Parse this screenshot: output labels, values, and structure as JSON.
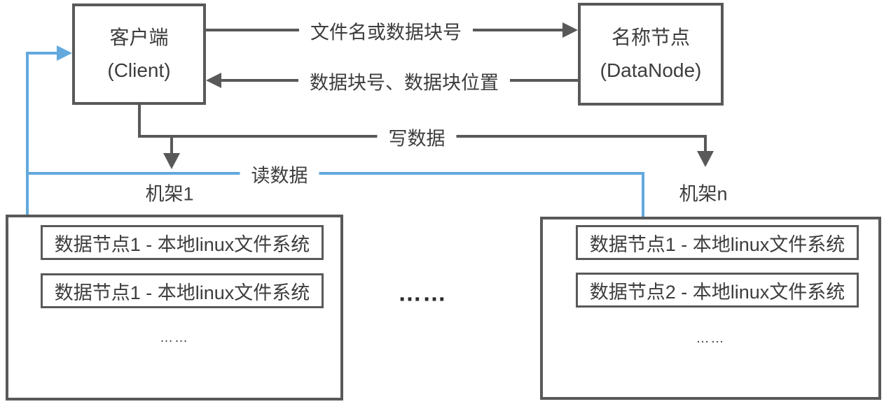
{
  "colors": {
    "line_dark": "#595959",
    "line_blue": "#63a9de",
    "text": "#3d3d3d"
  },
  "nodes": {
    "client": {
      "title": "客户端",
      "subtitle": "(Client)"
    },
    "namenode": {
      "title": "名称节点",
      "subtitle": "(DataNode)"
    }
  },
  "edges": {
    "filename": {
      "label": "文件名或数据块号"
    },
    "blockinfo": {
      "label": "数据块号、数据块位置"
    },
    "write": {
      "label": "写数据"
    },
    "read": {
      "label": "读数据"
    }
  },
  "racks": {
    "rack1": {
      "label": "机架1",
      "nodes": [
        "数据节点1 - 本地linux文件系统",
        "数据节点1 - 本地linux文件系统"
      ],
      "ellipsis": "……"
    },
    "rackn": {
      "label": "机架n",
      "nodes": [
        "数据节点1 - 本地linux文件系统",
        "数据节点2 - 本地linux文件系统"
      ],
      "ellipsis": "……"
    }
  },
  "middle_ellipsis": "……"
}
